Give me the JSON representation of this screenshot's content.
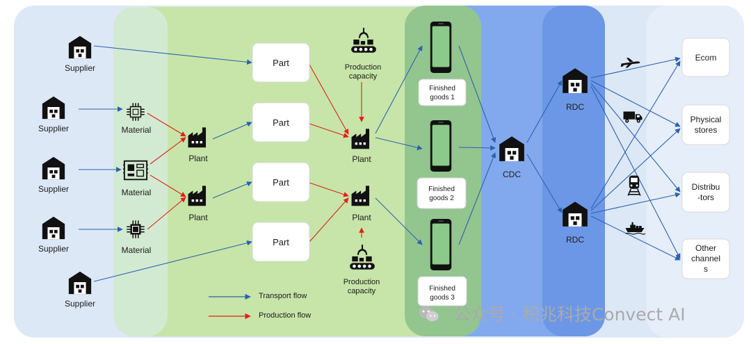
{
  "suppliers": [
    "Supplier",
    "Supplier",
    "Supplier",
    "Supplier",
    "Supplier"
  ],
  "materials": [
    "Material",
    "Material",
    "Material"
  ],
  "plants_stage1": [
    "Plant",
    "Plant"
  ],
  "parts": [
    "Part",
    "Part",
    "Part",
    "Part"
  ],
  "production_capacity": [
    {
      "line1": "Production",
      "line2": "capacity"
    },
    {
      "line1": "Production",
      "line2": "capacity"
    }
  ],
  "plants_stage2": [
    "Plant",
    "Plant"
  ],
  "finished_goods": [
    {
      "line1": "Finished",
      "line2": "goods 1"
    },
    {
      "line1": "Finished",
      "line2": "goods 2"
    },
    {
      "line1": "Finished",
      "line2": "goods 3"
    }
  ],
  "cdc": "CDC",
  "rdcs": [
    "RDC",
    "RDC"
  ],
  "channels": [
    {
      "lines": [
        "Ecom"
      ]
    },
    {
      "lines": [
        "Physical",
        "stores"
      ]
    },
    {
      "lines": [
        "Distribu",
        "-tors"
      ]
    },
    {
      "lines": [
        "Other",
        "channel",
        "s"
      ]
    }
  ],
  "legend": {
    "transport": "Transport flow",
    "production": "Production flow"
  },
  "watermark": "公众号 · 积兆科技Convect AI",
  "colors": {
    "transport": "#2a62b0",
    "production": "#e0201a",
    "icon": "#111111",
    "green_band": "#c6e4a6",
    "teal_band": "#8ec58c",
    "blue_band": "#7fa7ea",
    "dark_blue_band": "#6a97e6"
  },
  "icons": {
    "supplier": "warehouse-icon",
    "material": "chip-icon",
    "plant": "factory-icon",
    "capacity": "robot-arm-conveyor-icon",
    "goods": "smartphone-icon",
    "dc": "warehouse-icon",
    "mode1": "airplane-icon",
    "mode2": "truck-icon",
    "mode3": "train-icon",
    "mode4": "ship-icon"
  }
}
